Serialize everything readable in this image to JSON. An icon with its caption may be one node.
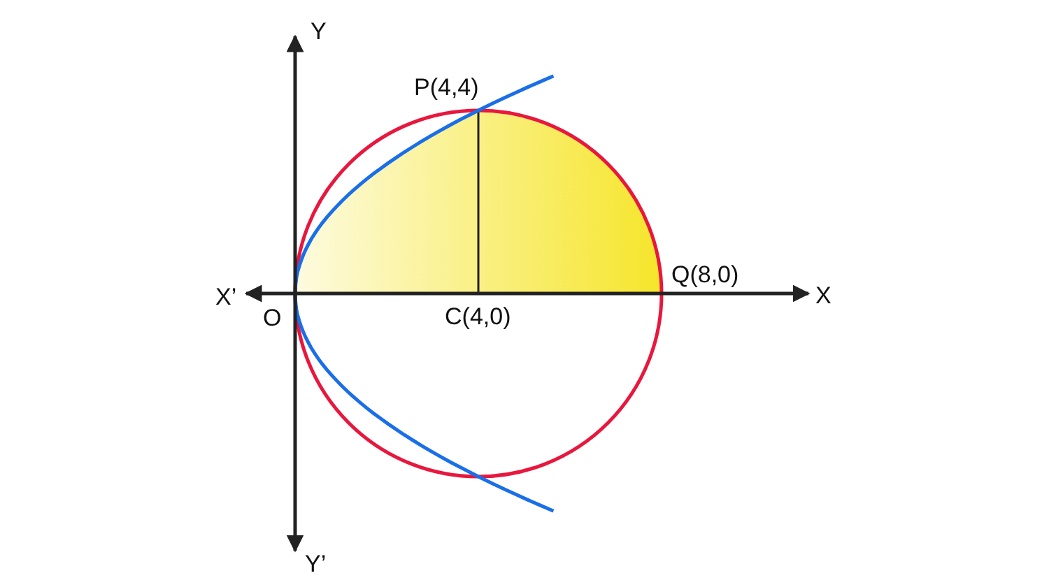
{
  "diagram": {
    "labels": [
      "Y",
      "P(4,4)",
      "X’",
      "O",
      "C(4,0)",
      "Q(8,0)",
      "X",
      "Y’"
    ]
  }
}
